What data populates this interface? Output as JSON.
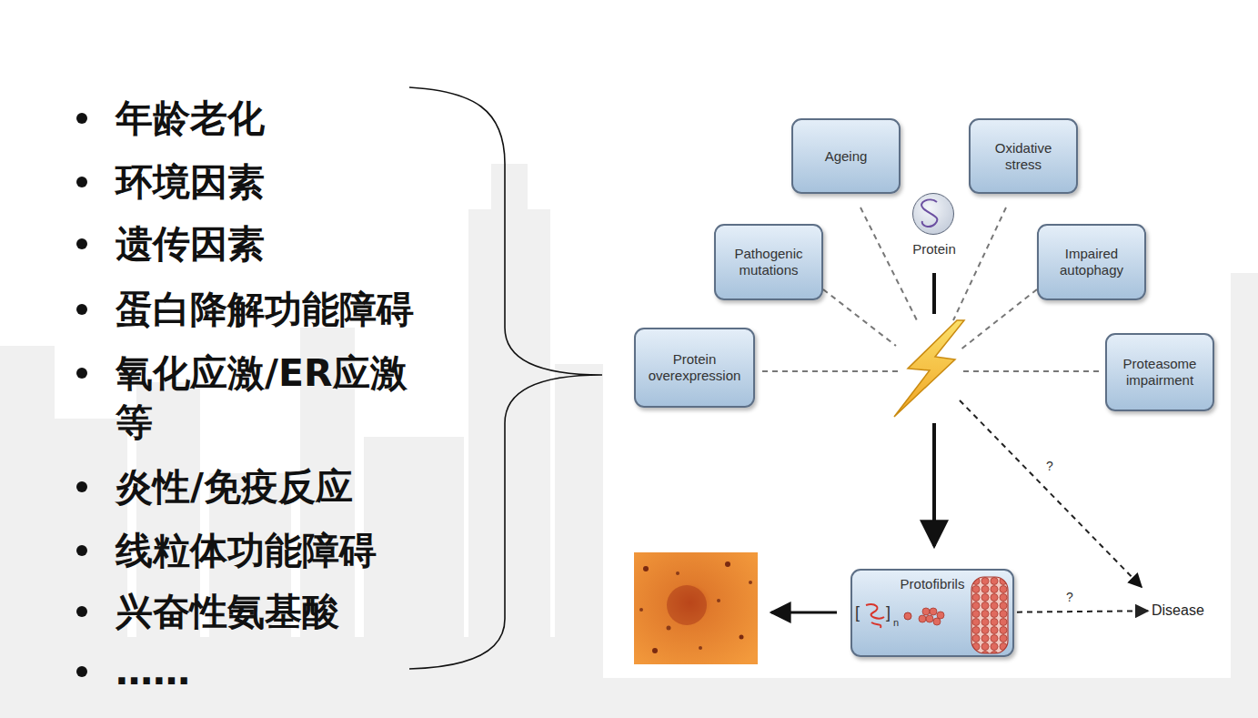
{
  "diagram": {
    "nodes": [
      {
        "text": [
          "Ageing"
        ]
      },
      {
        "text": [
          "Oxidative stress"
        ]
      },
      {
        "text": [
          "Protein"
        ]
      },
      {
        "text": [
          "Pathogenic mutations"
        ]
      },
      {
        "text": [
          "Impaired autophagy"
        ]
      },
      {
        "text": [
          "Protein overexpression"
        ]
      },
      {
        "text": [
          "Proteasome impairment"
        ]
      },
      {
        "text": [
          "Protofibrils"
        ]
      },
      {
        "text": [
          "Disease"
        ]
      }
    ],
    "edges": [
      {
        "from": 7,
        "to": 8,
        "arrow": "to",
        "label": "?"
      }
    ],
    "labels": [
      "年龄老化",
      "环境因素",
      "遗传因素",
      "蛋白降解功能障碍",
      "氧化应激/ER应激等",
      "炎性/免疫反应",
      "线粒体功能障碍",
      "兴奋性氨基酸",
      "……",
      "?",
      "[",
      "]",
      "n"
    ]
  }
}
